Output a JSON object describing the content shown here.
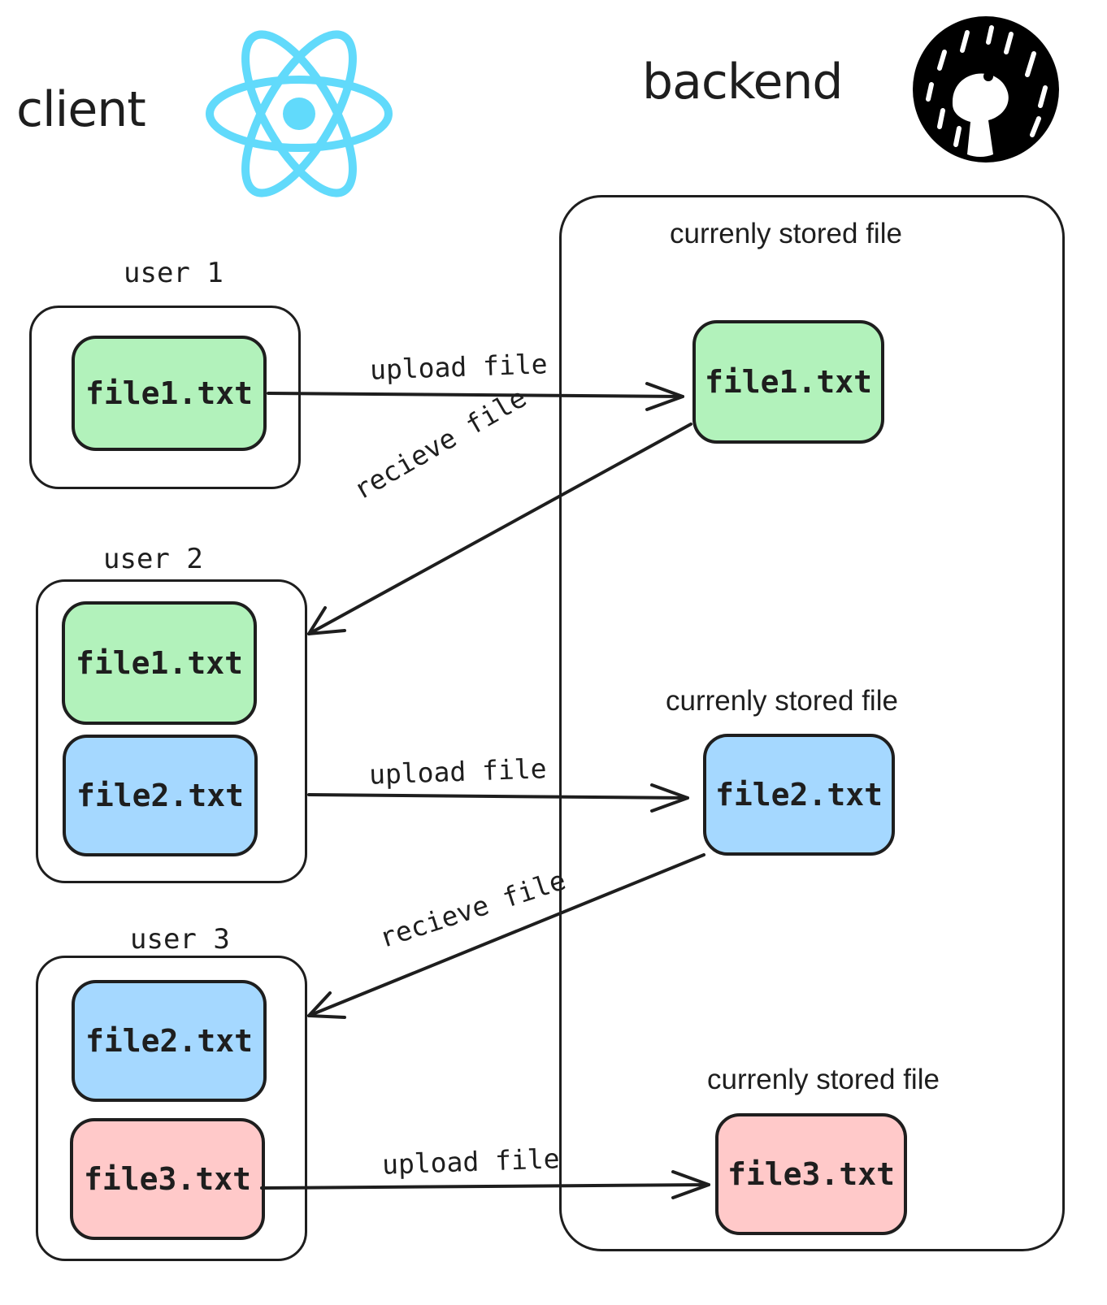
{
  "client": {
    "title": "client",
    "logo_icon": "react-icon",
    "logo_color": "#61dafb"
  },
  "backend": {
    "title": "backend",
    "logo_icon": "deno-icon",
    "stored_labels": [
      "currenly stored file",
      "currenly stored file",
      "currenly stored file"
    ],
    "files": [
      "file1.txt",
      "file2.txt",
      "file3.txt"
    ]
  },
  "users": [
    {
      "label": "user 1",
      "files": [
        "file1.txt"
      ]
    },
    {
      "label": "user 2",
      "files": [
        "file1.txt",
        "file2.txt"
      ]
    },
    {
      "label": "user 3",
      "files": [
        "file2.txt",
        "file3.txt"
      ]
    }
  ],
  "arrows": {
    "upload_label": "upload file",
    "receive_label": "recieve file"
  },
  "colors": {
    "file1": "#b2f2bb",
    "file2": "#a5d8ff",
    "file3": "#ffc9c9",
    "stroke": "#1e1e1e"
  }
}
